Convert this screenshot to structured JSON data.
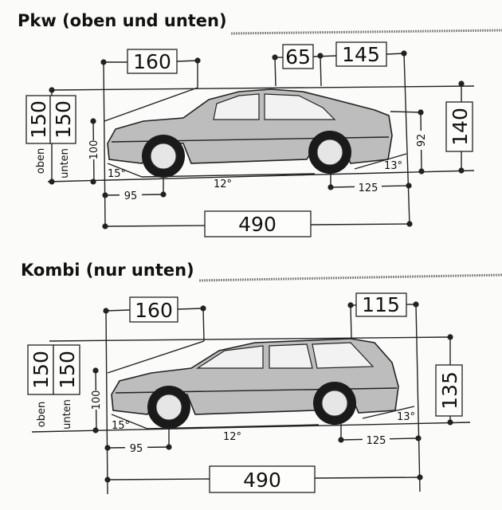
{
  "sections": [
    {
      "title": "Pkw (oben und unten)",
      "dims": {
        "front_overhang_top": "160",
        "roof_a": "65",
        "roof_b": "145",
        "height_oben": "150",
        "height_unten": "150",
        "label_oben": "oben",
        "label_unten": "unten",
        "front_height": "100",
        "front_angle": "15°",
        "belly_angle": "12°",
        "front_wheel": "95",
        "rear_wheel": "125",
        "rear_angle": "13°",
        "rear_height": "92",
        "right_height": "140",
        "length": "490"
      }
    },
    {
      "title": "Kombi (nur unten)",
      "dims": {
        "front_overhang_top": "160",
        "roof_b": "115",
        "height_oben": "150",
        "height_unten": "150",
        "label_oben": "oben",
        "label_unten": "unten",
        "front_height": "100",
        "front_angle": "15°",
        "belly_angle": "12°",
        "front_wheel": "95",
        "rear_wheel": "125",
        "rear_angle": "13°",
        "right_height": "135",
        "length": "490"
      }
    }
  ]
}
